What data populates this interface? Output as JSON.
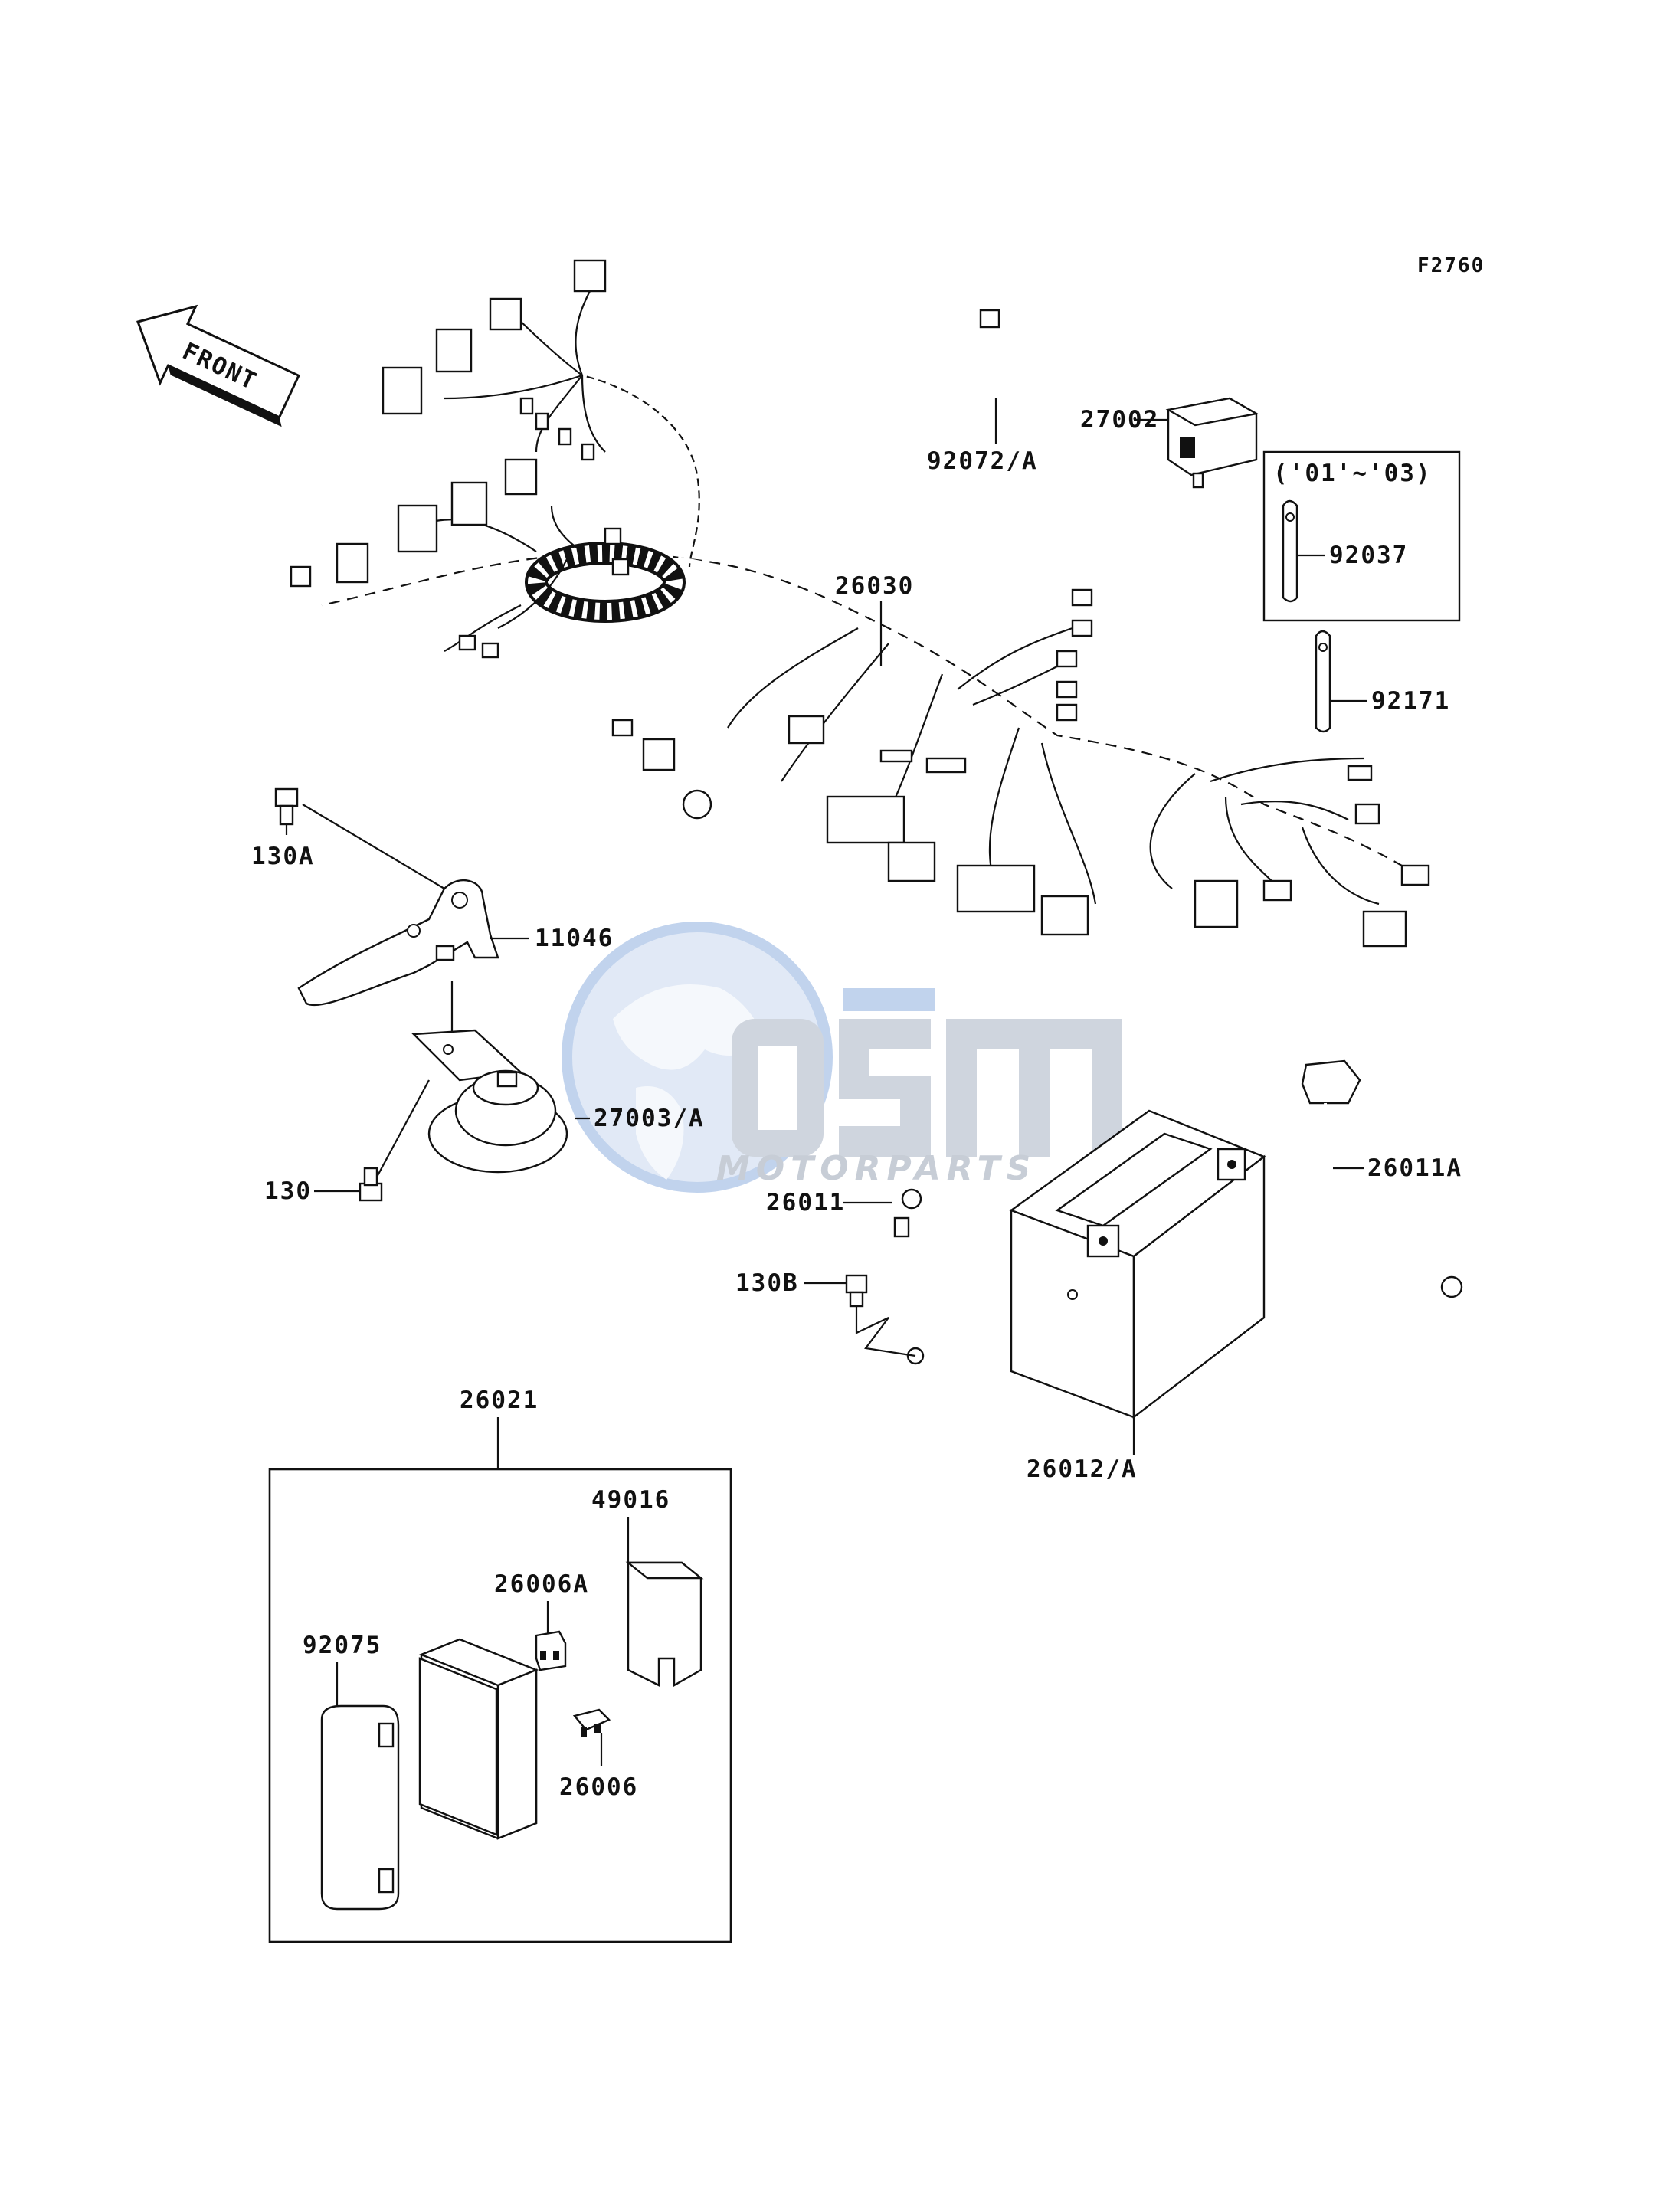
{
  "diagram_code": "F2760",
  "front_arrow_label": "FRONT",
  "year_range_label": "('01'~'03)",
  "watermark": {
    "brand": "OSM",
    "tagline": "MOTORPARTS",
    "color": "#9fb7df"
  },
  "parts": {
    "harness": "26030",
    "band": "92072/A",
    "relay": "27002",
    "clamp_a": "92037",
    "clamp_b": "92171",
    "bolt_a": "130A",
    "bracket": "11046",
    "horn": "27003/A",
    "bolt": "130",
    "lead_neg": "26011",
    "bolt_b": "130B",
    "lead_pos": "26011A",
    "battery": "26012/A",
    "fuse_box_assy": "26021",
    "cover": "49016",
    "fuse_a": "26006A",
    "cap": "92075",
    "fuse": "26006"
  }
}
